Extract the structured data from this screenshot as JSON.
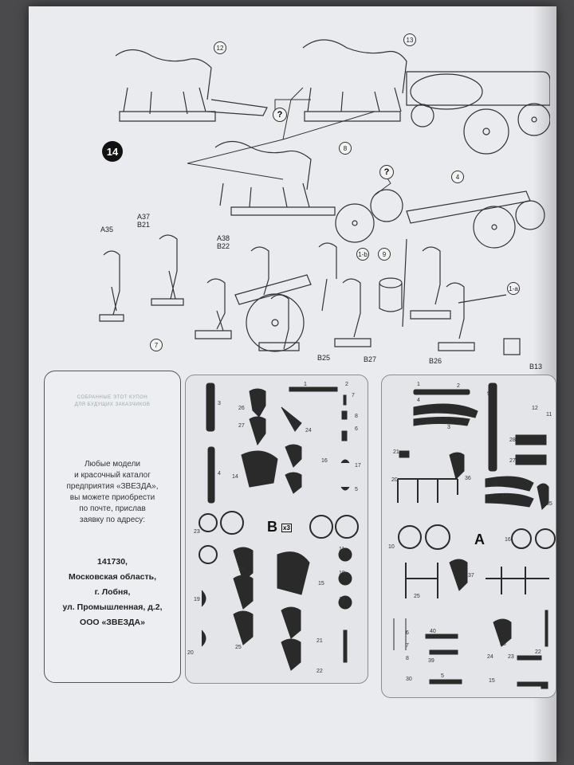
{
  "step": {
    "number": "14"
  },
  "question_mark": "?",
  "part_callouts": [
    "12",
    "13",
    "8",
    "4",
    "1-b",
    "9",
    "1-a",
    "7"
  ],
  "figure_labels": [
    "A35",
    "A37",
    "B21",
    "A38",
    "B22",
    "B25",
    "B27",
    "B26",
    "B13"
  ],
  "info": {
    "faint_line1": "СОБРАННЫЕ ЭТОТ КУПОН",
    "faint_line2": "ДЛЯ БУДУЩИХ ЗАКАЗЧИКОВ",
    "paragraph": [
      "Любые модели",
      "и красочный каталог",
      "предприятия «ЗВЕЗДА»,",
      "вы можете приобрести",
      "по почте, прислав",
      "заявку по адресу:"
    ],
    "address": [
      "141730,",
      "Московская область,",
      "г. Лобня,",
      "ул. Промышленная, д.2,",
      "ООО «ЗВЕЗДА»"
    ]
  },
  "sprue_b": {
    "letter": "B",
    "multiplier": "x3",
    "numbers": [
      "3",
      "26",
      "1",
      "2",
      "7",
      "27",
      "24",
      "6",
      "8",
      "14",
      "16",
      "4",
      "17",
      "5",
      "23",
      "11",
      "10",
      "18",
      "15",
      "19",
      "12",
      "20",
      "25",
      "21",
      "22"
    ]
  },
  "sprue_a": {
    "letter": "A",
    "numbers": [
      "2",
      "4",
      "1",
      "9",
      "12",
      "11",
      "3",
      "28",
      "21",
      "27",
      "20",
      "36",
      "13",
      "14",
      "35",
      "10",
      "16",
      "37",
      "25",
      "40",
      "38",
      "24",
      "23",
      "22",
      "39",
      "15",
      "30",
      "6",
      "7",
      "8",
      "5"
    ]
  }
}
